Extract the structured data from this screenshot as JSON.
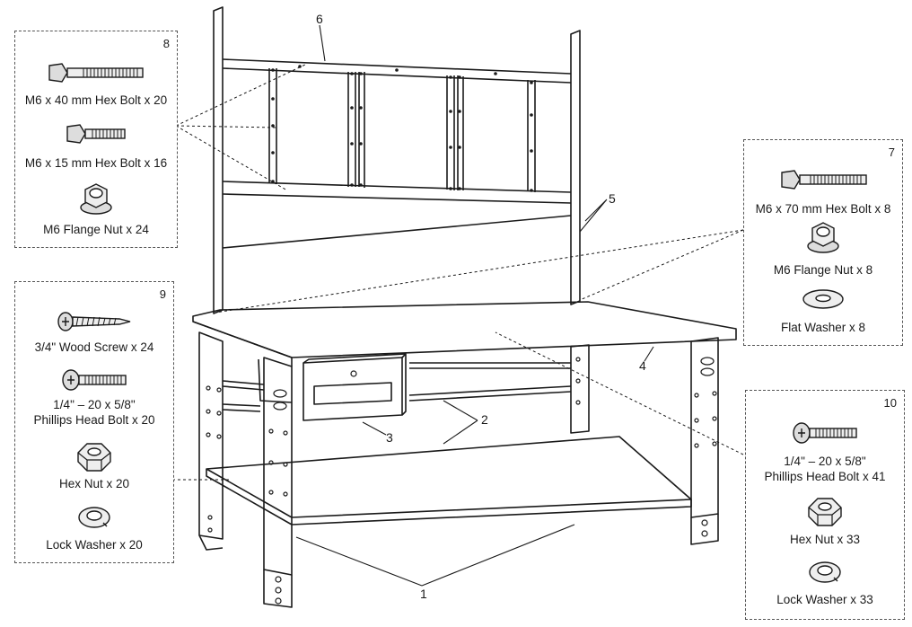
{
  "callouts": {
    "c1": "1",
    "c2": "2",
    "c3": "3",
    "c4": "4",
    "c5": "5",
    "c6": "6"
  },
  "boxes": {
    "box8": {
      "number": "8",
      "items": [
        "M6 x 40 mm Hex Bolt x 20",
        "M6 x 15 mm Hex Bolt x 16",
        "M6 Flange Nut x 24"
      ]
    },
    "box9": {
      "number": "9",
      "items": [
        "3/4\" Wood Screw x 24",
        "1/4\" – 20 x 5/8\"",
        "Phillips Head Bolt x 20",
        "Hex Nut x 20",
        "Lock Washer x 20"
      ]
    },
    "box7": {
      "number": "7",
      "items": [
        "M6 x 70 mm Hex Bolt x 8",
        "M6 Flange Nut x 8",
        "Flat Washer x 8"
      ]
    },
    "box10": {
      "number": "10",
      "items": [
        "1/4\" – 20 x 5/8\"",
        "Phillips Head Bolt x 41",
        "Hex Nut x 33",
        "Lock Washer x 33"
      ]
    }
  },
  "icons": [
    "hex-bolt-icon",
    "flange-nut-icon",
    "wood-screw-icon",
    "phillips-bolt-icon",
    "hex-nut-icon",
    "lock-washer-icon",
    "flat-washer-icon"
  ]
}
